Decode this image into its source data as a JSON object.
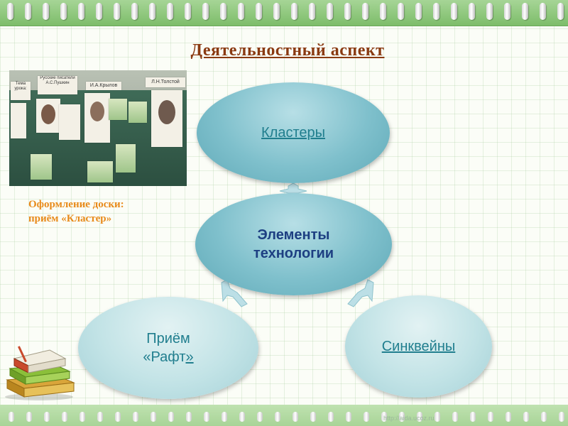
{
  "title": "Деятельностный аспект",
  "caption": {
    "line1": "Оформление доски:",
    "line2": "приём «Кластер»"
  },
  "photo": {
    "sign_tema": "Тема урока:",
    "sign_russian": "Русские писатели",
    "sign_pushkin": "А.С.Пушкин",
    "sign_krylov": "И.А.Крылов",
    "sign_tolstoy": "Л.Н.Толстой"
  },
  "diagram": {
    "center": {
      "line1": "Элементы",
      "line2": "технологии"
    },
    "top": {
      "label": "Кластеры"
    },
    "left": {
      "line1": "Приём",
      "line2": "«Рафт",
      "line2_suffix": "»"
    },
    "right": {
      "label": "Синквейны"
    }
  },
  "footer": {
    "watermark": "http://aida.ucoz.ru"
  },
  "colors": {
    "title": "#8a3a12",
    "caption": "#e88a1b",
    "center_text": "#1d3f82",
    "link_text": "#207e8e",
    "band_green": "#8cc77a"
  }
}
